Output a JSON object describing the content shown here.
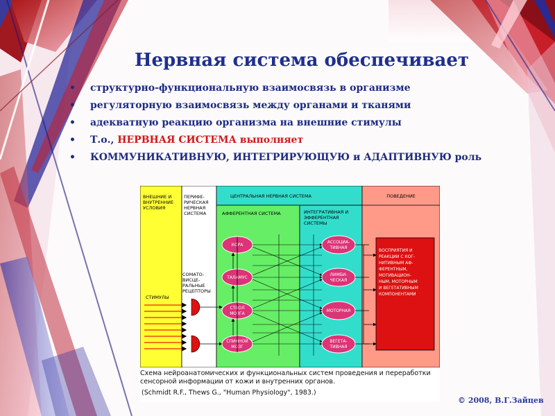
{
  "slide": {
    "title": "Нервная система обеспечивает",
    "bullets": [
      {
        "text": "структурно-функциональную  взаимосвязь в организме"
      },
      {
        "text": "регуляторную взаимосвязь между органами и тканями"
      },
      {
        "text": "адекватную реакцию организма на внешние стимулы"
      },
      {
        "prefix": "Т.о., ",
        "highlight": "НЕРВНАЯ СИСТЕМА выполняет",
        "color": "#d01818"
      },
      {
        "text": "КОММУНИКАТИВНУЮ,  ИНТЕГРИРУЮЩУЮ  и АДАПТИВНУЮ роль"
      }
    ],
    "copyright": "© 2008, В.Г.Зайцев"
  },
  "diagram": {
    "colors": {
      "yellow": "#ffff33",
      "cyan": "#33ddcc",
      "green": "#66ee66",
      "pink": "#ff9988",
      "red": "#dd1111",
      "node": "#dd3377"
    },
    "columns": {
      "external": [
        "ВНЕШНИЕ И",
        "ВНУТРЕННИЕ",
        "УСЛОВИЯ"
      ],
      "peripheral": [
        "ПЕРИФЕ-",
        "РИЧЕСКАЯ",
        "НЕРВНАЯ",
        "СИСТЕМА"
      ],
      "central": "ЦЕНТРАЛЬНАЯ НЕРВНАЯ СИСТЕМА",
      "behavior": "ПОВЕДЕНИЕ",
      "afferent": "АФФЕРЕНТНАЯ  СИСТЕМА",
      "integrative": [
        "ИНТЕГРАТИВНАЯ И",
        "ЭФФЕРЕНТНАЯ",
        "СИСТЕМЫ"
      ]
    },
    "stimuli": "СТИМУЛЫ",
    "receptors": [
      "СОМАТО-",
      "ВИСЦЕ-",
      "РАЛЬНЫЕ",
      "РЕЦЕПТОРЫ"
    ],
    "afferent_nodes": [
      [
        "КОРА"
      ],
      [
        "ТАЛАМУС"
      ],
      [
        "СТВОЛ",
        "МОЗГА"
      ],
      [
        "СПИННОЙ",
        "МОЗГ"
      ]
    ],
    "efferent_nodes": [
      [
        "АССОЦИА-",
        "ТИВНАЯ"
      ],
      [
        "ЛИМБИ-",
        "ЧЕСКАЯ"
      ],
      [
        "МОТОРНАЯ"
      ],
      [
        "ВЕГЕТА-",
        "ТИВНАЯ"
      ]
    ],
    "behavior_box": [
      "ВОСПРИЯТИЯ И",
      "РЕАКЦИИ С КОГ-",
      "НИТИВНЫМ АФ-",
      "ФЕРЕНТНЫМ,",
      "МОТИВАЦИОН-",
      "НЫМ, МОТОРНЫМ",
      "И ВЕГЕТАТИВНЫМ",
      "КОМПОНЕНТАМИ"
    ]
  },
  "caption": {
    "line1": "Схема нейроанатомических и функциональных систем проведения и переработки",
    "line2": "сенсорной информации от кожи и внутренних органов.",
    "reference": "(Schmidt R.F., Thews G., \"Human Physiology\", 1983.)"
  }
}
